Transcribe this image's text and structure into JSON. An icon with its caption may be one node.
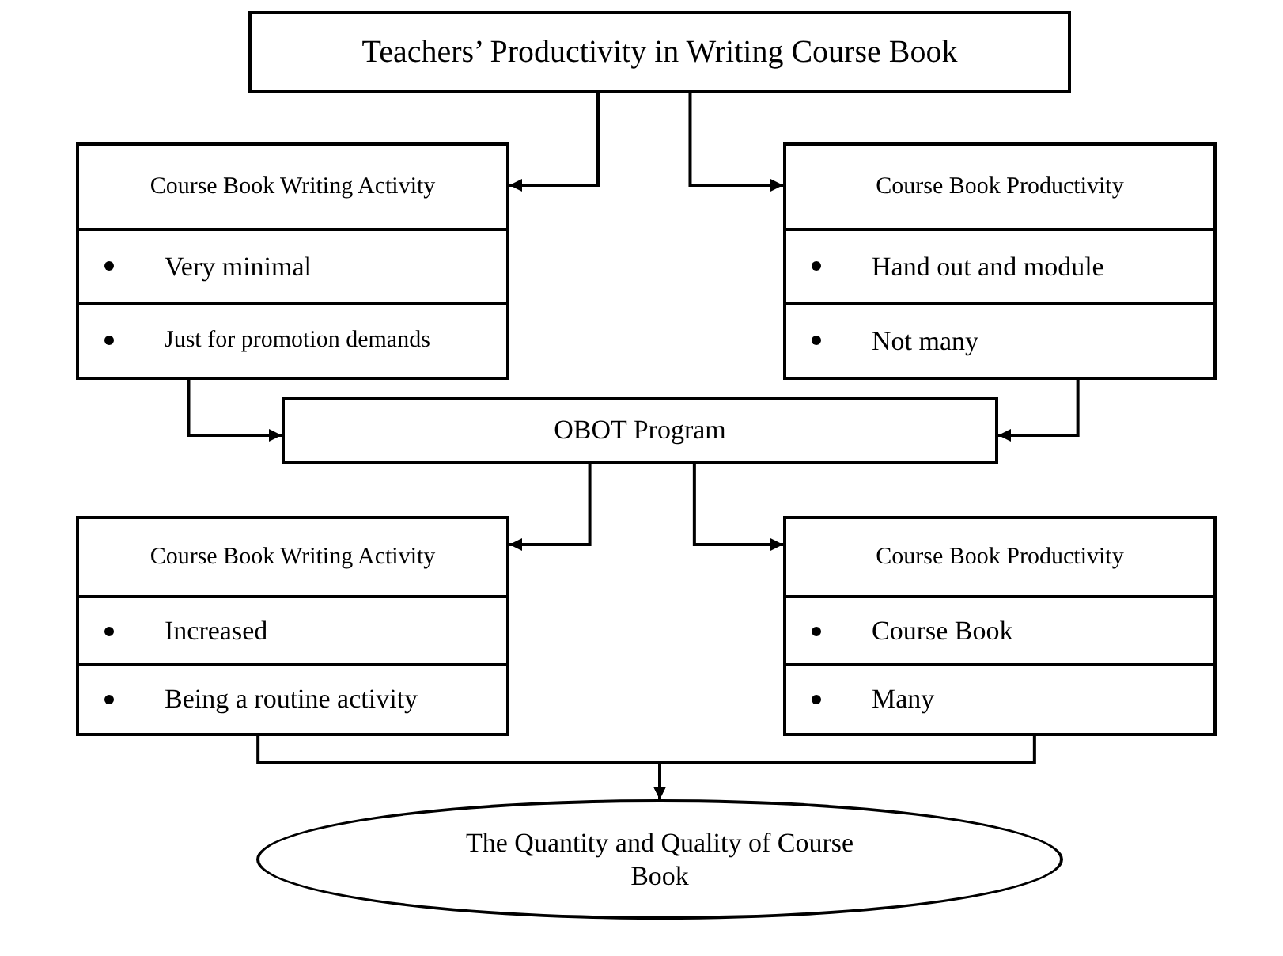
{
  "diagram": {
    "nodes": [
      {
        "text": [
          "Teachers’ Productivity in Writing Course Book"
        ]
      },
      {
        "text": [
          "Course Book Writing Activity",
          "Very minimal",
          "Just for promotion demands"
        ]
      },
      {
        "text": [
          "Course Book Productivity",
          "Hand out and module",
          "Not many"
        ]
      },
      {
        "text": [
          "OBOT Program"
        ]
      },
      {
        "text": [
          "Course Book Writing Activity",
          "Increased",
          "Being a routine activity"
        ]
      },
      {
        "text": [
          "Course Book Productivity",
          "Course Book",
          "Many"
        ]
      },
      {
        "text": [
          "The Quantity and Quality of Course Book"
        ]
      }
    ],
    "edges": [
      {
        "from": 0,
        "to": 1,
        "arrow": "to"
      },
      {
        "from": 0,
        "to": 2,
        "arrow": "to"
      },
      {
        "from": 1,
        "to": 3,
        "arrow": "to"
      },
      {
        "from": 2,
        "to": 3,
        "arrow": "to"
      },
      {
        "from": 3,
        "to": 4,
        "arrow": "to"
      },
      {
        "from": 3,
        "to": 5,
        "arrow": "to"
      },
      {
        "from": 4,
        "to": 6,
        "arrow": "to"
      },
      {
        "from": 5,
        "to": 6,
        "arrow": "to"
      }
    ]
  }
}
